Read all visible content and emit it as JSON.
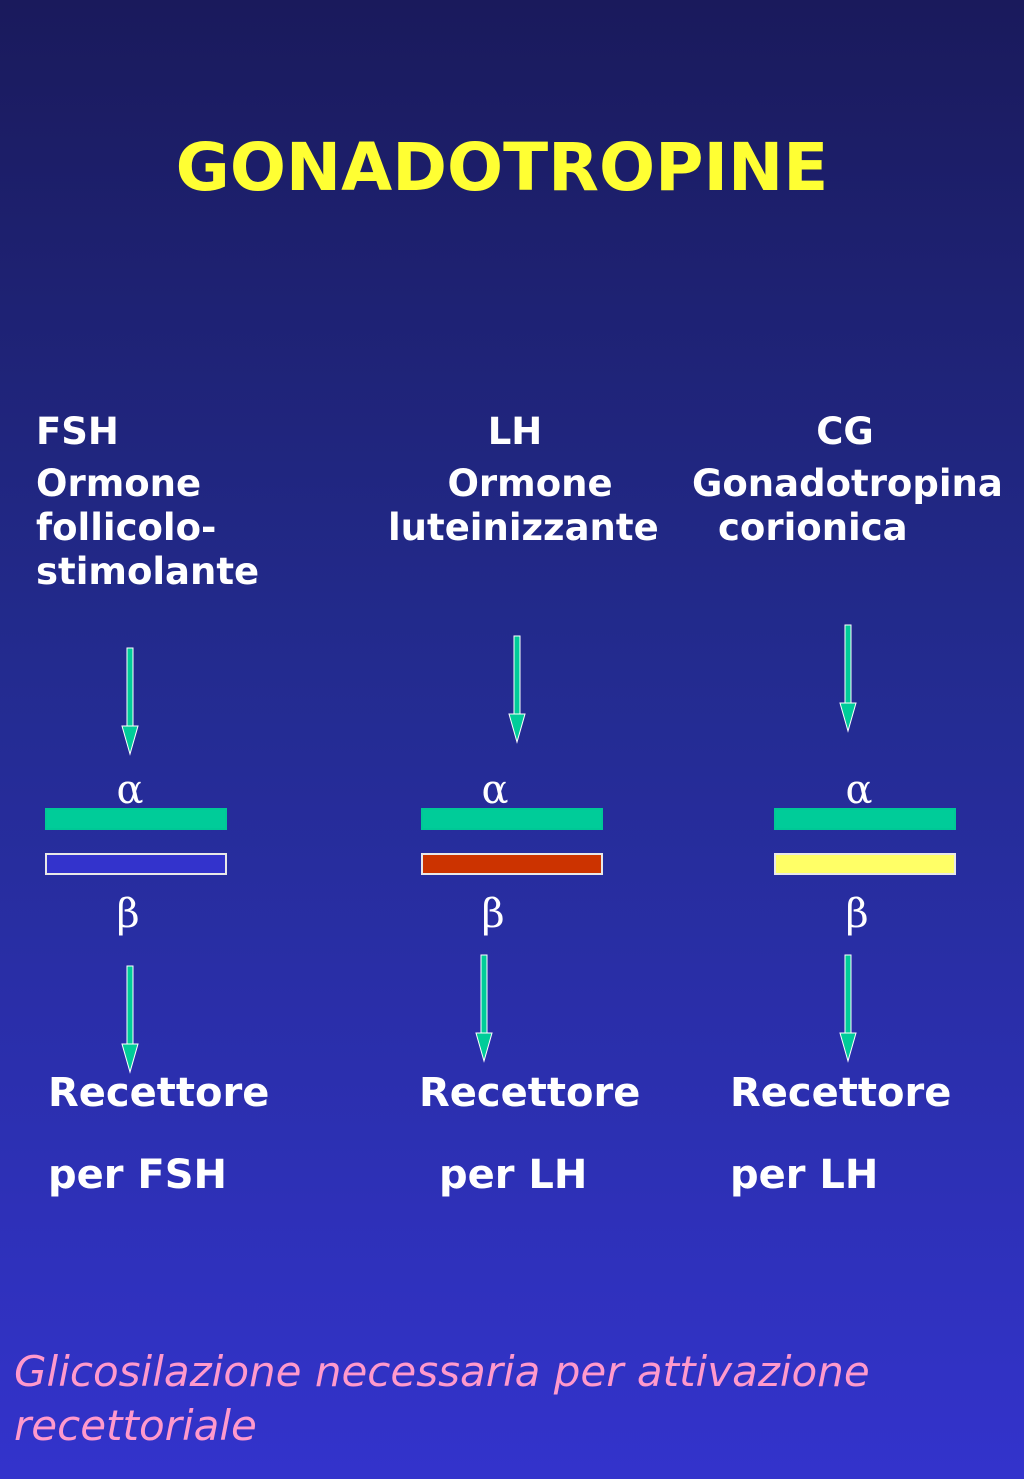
{
  "title": "GONADOTROPINE",
  "columns": [
    {
      "abbr": "FSH",
      "name_line1": "Ormone",
      "name_line2": "follicolo-",
      "name_line3": "stimolante",
      "alpha_label": "α",
      "beta_label": "β",
      "alpha_color": "#00cc99",
      "beta_color": "#3333cc",
      "receptor_line1": "Recettore",
      "receptor_line2": "per FSH"
    },
    {
      "abbr": "LH",
      "name_line1": "Ormone",
      "name_line2": "luteinizzante",
      "alpha_label": "α",
      "beta_label": "β",
      "alpha_color": "#00cc99",
      "beta_color": "#cc3300",
      "receptor_line1": "Recettore",
      "receptor_line2": "per LH"
    },
    {
      "abbr": "CG",
      "name_line1": "Gonadotropina",
      "name_line2": "corionica",
      "alpha_label": "α",
      "beta_label": "β",
      "alpha_color": "#00cc99",
      "beta_color": "#ffff66",
      "receptor_line1": "Recettore",
      "receptor_line2": "per LH"
    }
  ],
  "arrow_color": "#00cc99",
  "footnote_line1": "Glicosilazione necessaria per attivazione",
  "footnote_line2": "recettoriale"
}
